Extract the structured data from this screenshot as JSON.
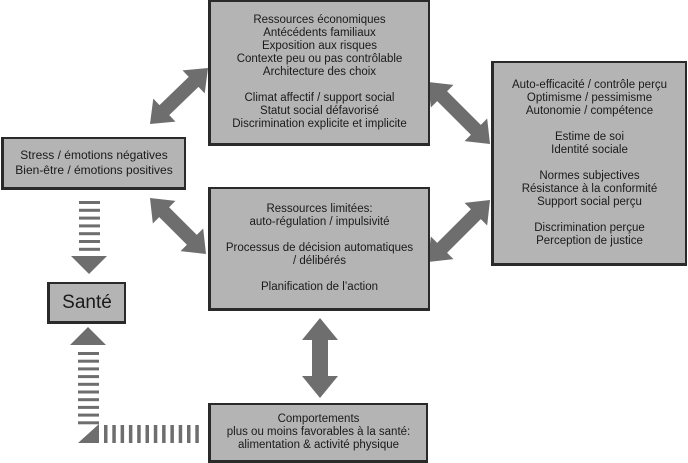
{
  "diagram": {
    "colors": {
      "box_fill": "#b4b4b4",
      "box_border": "#2a2a2a",
      "arrow": "#6e6e6e",
      "background": "#ffffff"
    },
    "boxes": {
      "top": {
        "groups": [
          [
            "Ressources économiques",
            "Antécédents familiaux",
            "Exposition aux risques",
            "Contexte peu ou pas contrôlable",
            "Architecture des choix"
          ],
          [
            "Climat affectif / support social",
            "Statut social défavorisé",
            "Discrimination explicite et implicite"
          ]
        ]
      },
      "right": {
        "groups": [
          [
            "Auto-efficacité / contrôle perçu",
            "Optimisme / pessimisme",
            "Autonomie / compétence"
          ],
          [
            "Estime de soi",
            "Identité sociale"
          ],
          [
            "Normes subjectives",
            "Résistance à la conformité",
            "Support social perçu"
          ],
          [
            "Discrimination perçue",
            "Perception de justice"
          ]
        ]
      },
      "left": {
        "groups": [
          [
            "Stress / émotions négatives",
            "Bien-être / émotions positives"
          ]
        ]
      },
      "middle": {
        "groups": [
          [
            "Ressources limitées:",
            "auto-régulation / impulsivité"
          ],
          [
            "Processus de décision automatiques",
            "/ délibérés"
          ],
          [
            "Planification de l’action"
          ]
        ]
      },
      "bottom": {
        "groups": [
          [
            "Comportements",
            "plus ou moins favorables à la santé:",
            "alimentation & activité physique"
          ]
        ]
      },
      "sante": {
        "groups": [
          [
            "Santé"
          ]
        ]
      }
    },
    "arrows": [
      {
        "name": "arrow-left-top",
        "from": "left",
        "to": "top",
        "style": "solid",
        "direction": "bidirectional"
      },
      {
        "name": "arrow-top-right",
        "from": "top",
        "to": "right",
        "style": "solid",
        "direction": "bidirectional"
      },
      {
        "name": "arrow-left-middle",
        "from": "left",
        "to": "middle",
        "style": "solid",
        "direction": "bidirectional"
      },
      {
        "name": "arrow-middle-right",
        "from": "middle",
        "to": "right",
        "style": "solid",
        "direction": "bidirectional"
      },
      {
        "name": "arrow-middle-bottom",
        "from": "middle",
        "to": "bottom",
        "style": "solid",
        "direction": "bidirectional"
      },
      {
        "name": "arrow-left-sante",
        "from": "left",
        "to": "sante",
        "style": "dashed",
        "direction": "one-way"
      },
      {
        "name": "arrow-bottom-sante",
        "from": "bottom",
        "to": "sante",
        "style": "dashed",
        "direction": "one-way"
      }
    ]
  }
}
